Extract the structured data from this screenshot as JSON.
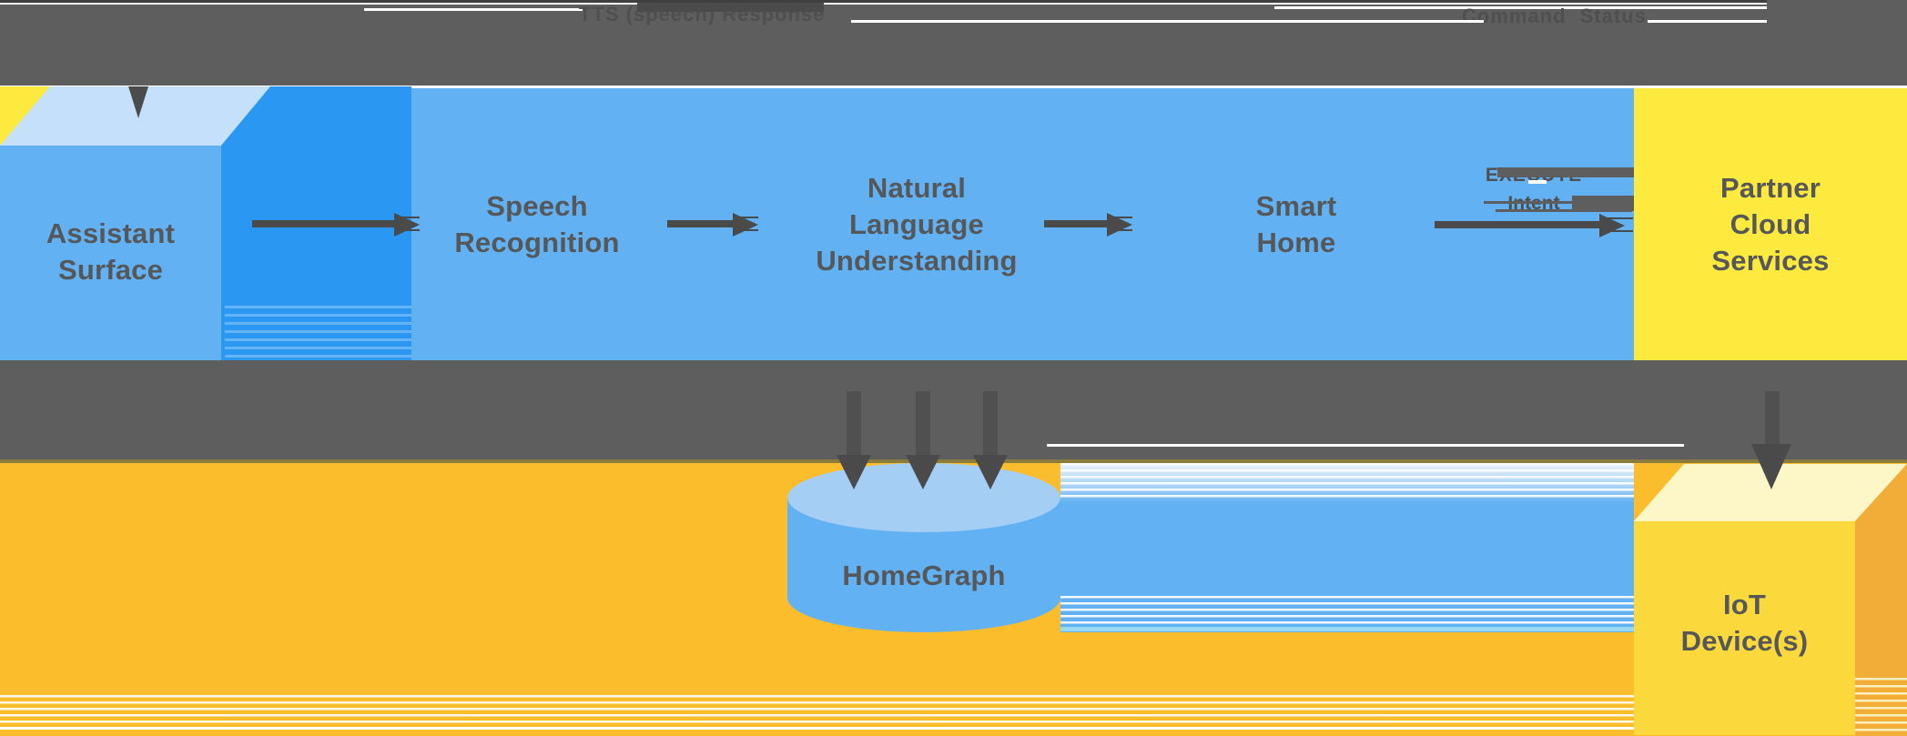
{
  "palette": {
    "blue": "#62B2F3",
    "blue-dark": "#2A97F2",
    "blue-pale": "#C4E0FA",
    "blue-light": "#A4CEF4",
    "yellow": "#FEE93E",
    "yellow-deep": "#FBD93C",
    "yellow-pale": "#FDF7C8",
    "orange": "#FBBD2C",
    "orange-side": "#F2AC38",
    "gray": "#5E5E5E",
    "gray-dark": "#4A4A4A",
    "text": "#565759",
    "olive": "#8A7C3C"
  },
  "header": {
    "response_label": "TTS (speech) Response",
    "command_status_label": "Command Status"
  },
  "pipeline": {
    "assistant_surface": "Assistant\nSurface",
    "speech_recognition": "Speech\nRecognition",
    "natural_language_understanding": "Natural\nLanguage\nUnderstanding",
    "smart_home": "Smart\nHome",
    "partner_cloud_services": "Partner\nCloud\nServices"
  },
  "intent_arrow": {
    "line1": "EXECUTE",
    "line2": "Intent"
  },
  "storage": {
    "homegraph": "HomeGraph"
  },
  "devices": {
    "iot": "IoT\nDevice(s)"
  }
}
